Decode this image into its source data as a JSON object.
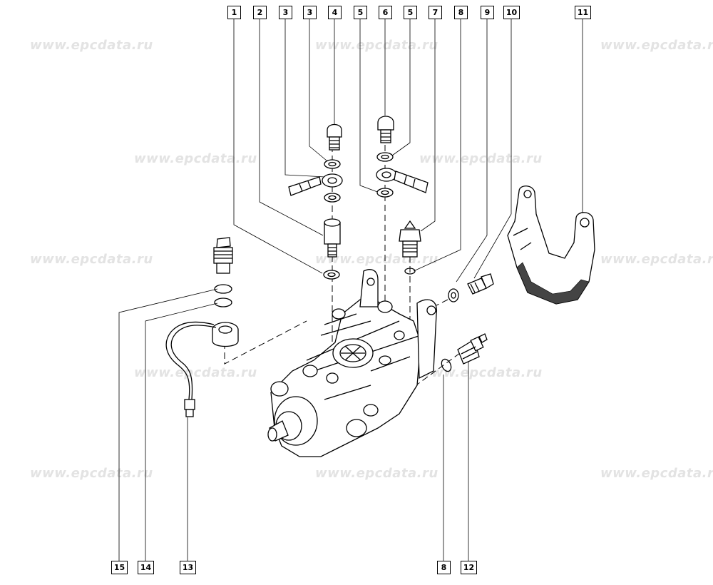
{
  "watermark": {
    "text": "www.epcdata.ru",
    "color": "#e3e3e3"
  },
  "callouts": [
    "1",
    "2",
    "3",
    "3",
    "4",
    "5",
    "6",
    "5",
    "7",
    "8",
    "9",
    "10",
    "11",
    "15",
    "14",
    "13",
    "8",
    "12"
  ],
  "icons": [
    "fuel-injection-pump",
    "banjo-bolt",
    "sealing-washer",
    "banjo-union-fuel-pipe",
    "union-adapter",
    "solenoid-valve",
    "o-ring",
    "hollow-screw",
    "bracket",
    "temperature-sensor",
    "wiring-harness",
    "threaded-plug",
    "cable-connector"
  ]
}
